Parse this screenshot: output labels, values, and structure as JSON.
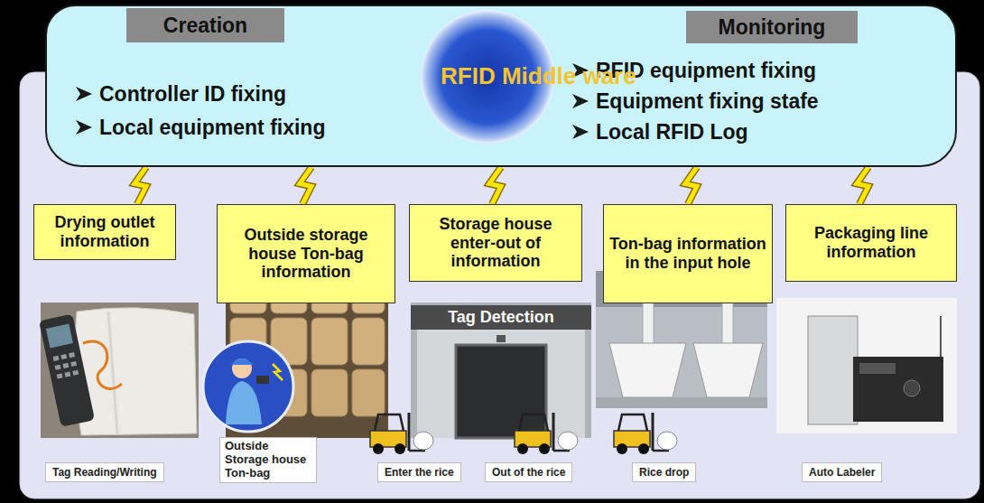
{
  "diagram": {
    "nodes": [
      {
        "text": [
          "Controller ID fixing",
          "Local equipment fixing",
          "RFID equipment fixing",
          "Equipment fixing stafe",
          "Local RFID Log"
        ]
      },
      {
        "text": [
          "Creation"
        ],
        "in": 0
      },
      {
        "text": [
          "Monitoring"
        ],
        "in": 0
      },
      {
        "text": [
          "RFID Middle ware"
        ],
        "in": 0
      },
      {
        "text": [
          "Drying outlet information"
        ]
      },
      {
        "text": [
          "Outside storage house Ton-bag information"
        ]
      },
      {
        "text": [
          "Storage house enter-out of information"
        ]
      },
      {
        "text": [
          "Ton-bag information in the input hole"
        ]
      },
      {
        "text": [
          "Packaging line information"
        ]
      }
    ],
    "edges": [
      {
        "from": 4,
        "to": 0,
        "arrow": "none"
      },
      {
        "from": 5,
        "to": 0,
        "arrow": "none"
      },
      {
        "from": 6,
        "to": 0,
        "arrow": "none"
      },
      {
        "from": 7,
        "to": 0,
        "arrow": "none"
      },
      {
        "from": 8,
        "to": 0,
        "arrow": "none"
      }
    ],
    "labels": [
      "Tag Detection",
      "Tag Reading/Writing",
      "Outside Storage house Ton-bag",
      "Enter the rice",
      "Out of the rice",
      "Rice drop",
      "Auto Labeler"
    ]
  }
}
